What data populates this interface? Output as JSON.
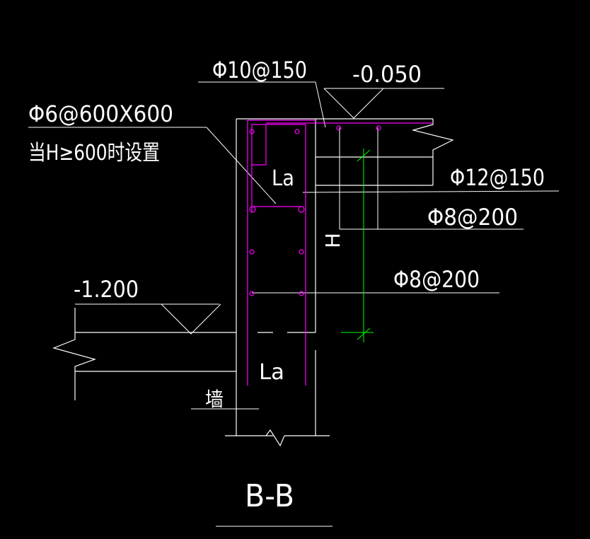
{
  "colors": {
    "background": "#000000",
    "line": "#ffffff",
    "rebar": "#ff00ff",
    "dimension": "#00ff00"
  },
  "labels": {
    "top_rebar": "Φ10@150",
    "top_elevation": "-0.050",
    "wall_mesh_spec": "Φ6@600X600",
    "wall_mesh_note": "当H≥600时设置",
    "anchor_upper": "La",
    "slab_rebar": "Φ12@150",
    "beam_stirrup": "Φ8@200",
    "height_symbol": "H",
    "side_rebar": "Φ8@200",
    "bottom_elevation": "-1.200",
    "anchor_lower": "La",
    "wall_label": "墙",
    "section_title": "B-B"
  }
}
